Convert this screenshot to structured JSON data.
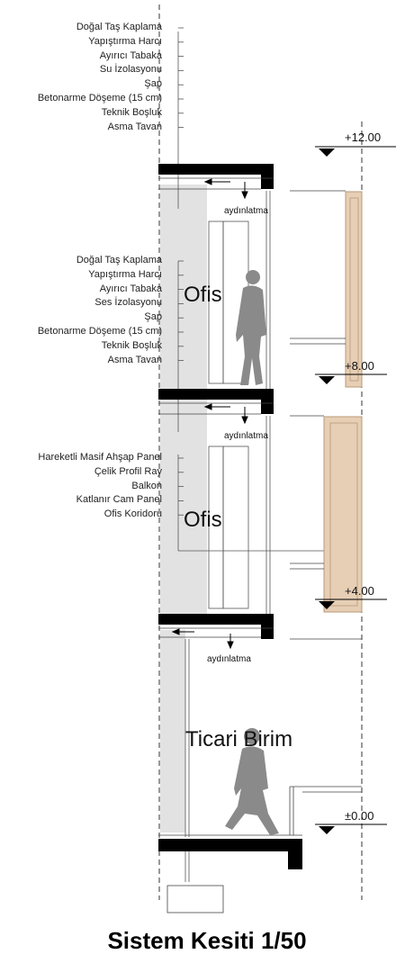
{
  "title": "Sistem Kesiti 1/50",
  "floor_labels": [
    [
      "Doğal Taş Kaplama",
      "Yapıştırma Harcı",
      "Ayırıcı Tabaka",
      "Su İzolasyonu",
      "Şap",
      "Betonarme Döşeme (15 cm)",
      "Teknik Boşluk",
      "Asma Tavan"
    ],
    [
      "Doğal Taş Kaplama",
      "Yapıştırma Harcı",
      "Ayırıcı Tabaka",
      "Ses İzolasyonu",
      "Şap",
      "Betonarme Döşeme (15 cm)",
      "Teknik Boşluk",
      "Asma Tavan"
    ]
  ],
  "facade_labels": [
    "Hareketli Masif Ahşap Panel",
    "Çelik Profil Ray",
    "Balkon",
    "Katlanır Cam Panel",
    "Ofis Koridoru"
  ],
  "rooms": [
    "Ofis",
    "Ofis",
    "Ticari Birim"
  ],
  "levels": [
    "+12.00",
    "+8.00",
    "+4.00",
    "±0.00"
  ],
  "lighting": [
    "aydınlatma",
    "aydınlatma",
    "aydınlatma"
  ],
  "colors": {
    "wood": "#e6cfb5",
    "wood_edge": "#b99878",
    "wall_fill": "#e2e2e2",
    "slab": "#000000",
    "figure": "#8a8a8a"
  }
}
